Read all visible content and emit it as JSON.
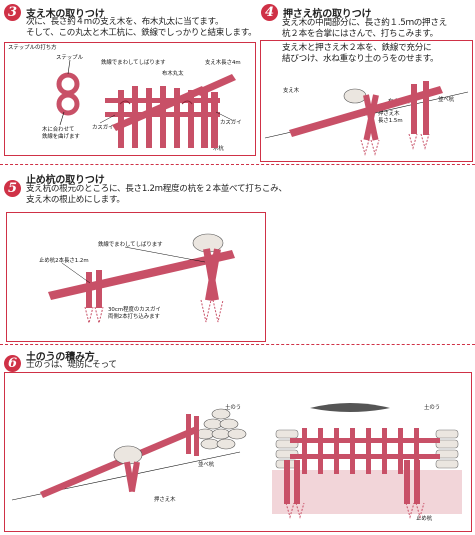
{
  "step3": {
    "number": "3",
    "title": "支え木の取りつけ",
    "lines": [
      "次に、長さ約４mの支え木を、布木丸太に当てます。",
      "そして、この丸太と木工杭に、鉄線でしっかりと結束します。"
    ],
    "labels": {
      "staple_howto": "ステップルの打ち方",
      "staple": "ステップル",
      "wire_note": "木に合わせて\n鉄線を曲げます",
      "wire_tie": "鉄線でまわしてしばります",
      "cross_timber": "布木丸太",
      "support_length": "支え木長さ4m",
      "kasugai_left": "カスガイ",
      "kasugai_right": "カスガイ",
      "wood_stake": "木杭"
    }
  },
  "step4": {
    "number": "4",
    "title": "押さえ杭の取りつけ",
    "lines": [
      "支え木の中間部分に、長さ約１.5ｍの押さえ",
      "杭２本を合掌にはさんで、打ちこみます。",
      "支え木と押さえ木２本を、鉄線で充分に",
      "結びつけ、水ね重なり土のうをのせます。"
    ],
    "labels": {
      "support": "支え木",
      "cross_timber": "布木丸太",
      "hold_stake": "押さえ木\n長さ1.5m",
      "parallel_stake": "並べ杭"
    }
  },
  "step5": {
    "number": "5",
    "title": "止め杭の取りつけ",
    "lines": [
      "支え杭の根元のところに、長さ1.2m程度の杭を２本並べて打ちこみ、",
      "支え木の根止めにします。"
    ],
    "labels": {
      "wire_tie": "鉄線でまわしてしばります",
      "stop_stake": "止め杭2本長さ1.2m",
      "kasugai_note": "30cm程度のカスガイ\n両側2本打ち込みます"
    }
  },
  "step6": {
    "number": "6",
    "title": "土のうの積み方",
    "lines": [
      "土のうは、堤防にそって"
    ],
    "labels": {
      "sandbag_left": "土のう",
      "parallel_stake": "並べ杭",
      "hold_wood": "押さえ木",
      "sandbag_right": "土のう",
      "stop_stake": "止め杭"
    }
  },
  "colors": {
    "accent": "#cf3146",
    "timber": "#c85067",
    "timber_dark": "#8f2236",
    "ground": "#f2d5d9",
    "sandbag": "#ebe6e0"
  }
}
